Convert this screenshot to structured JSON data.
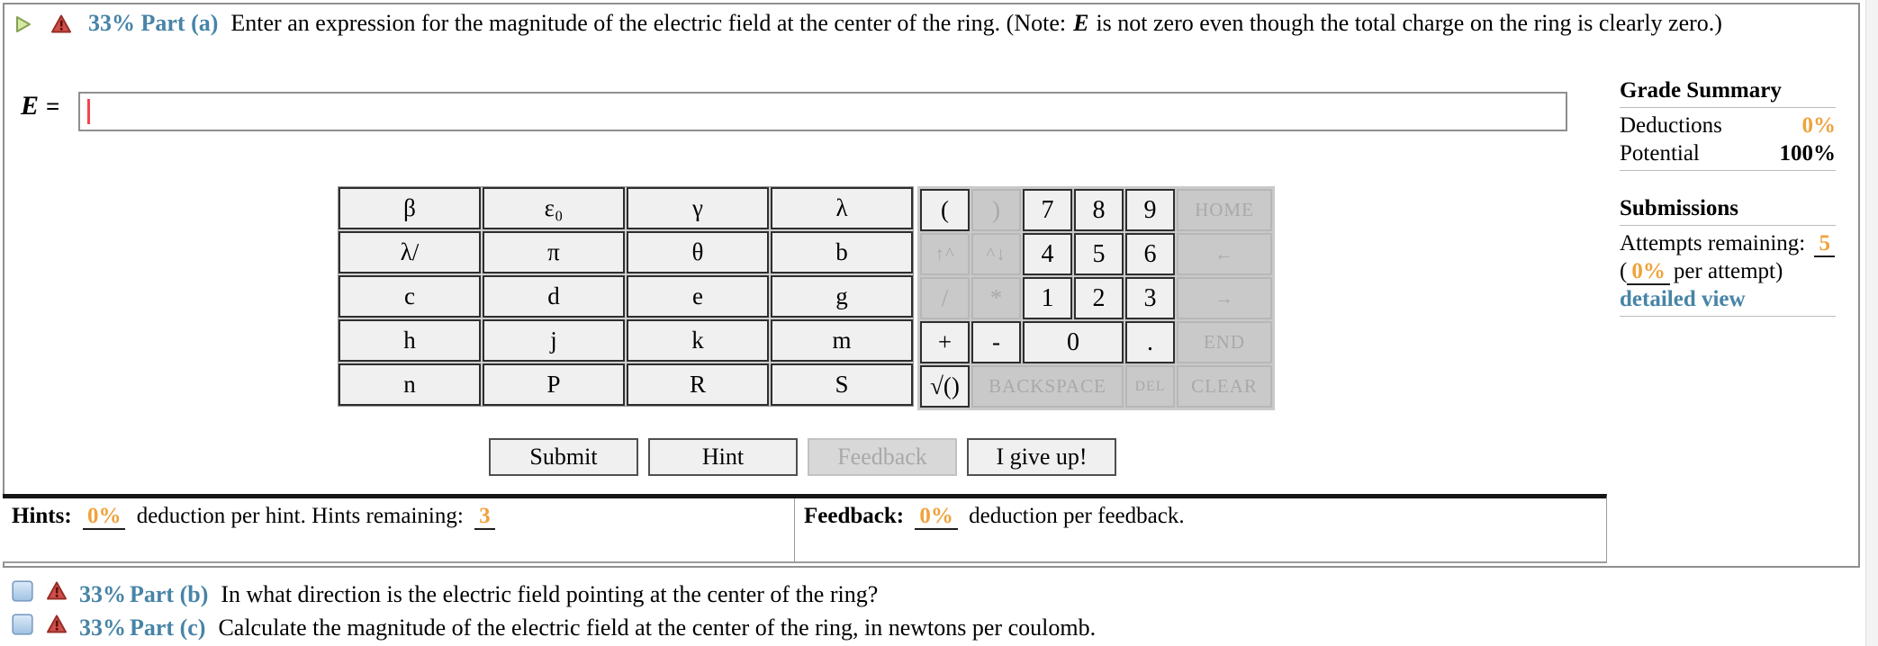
{
  "part_a": {
    "percent": "33%",
    "label": "Part (a)",
    "q_before": "Enter an expression for the magnitude of the electric field at the center of the ring. (Note:",
    "q_var": "E",
    "q_after": "is not zero even though the total charge on the ring is clearly zero.)",
    "answer_var": "E",
    "answer_eq": "=",
    "input_value": ""
  },
  "keypad": {
    "left_rows": [
      [
        "β",
        "ε₀",
        "γ",
        "λ"
      ],
      [
        "λ/",
        "π",
        "θ",
        "b"
      ],
      [
        "c",
        "d",
        "e",
        "g"
      ],
      [
        "h",
        "j",
        "k",
        "m"
      ],
      [
        "n",
        "P",
        "R",
        "S"
      ]
    ],
    "right_rows": [
      [
        "(",
        ")",
        "7",
        "8",
        "9",
        "HOME"
      ],
      [
        "↑^",
        "^↓",
        "4",
        "5",
        "6",
        "←"
      ],
      [
        "/",
        "*",
        "1",
        "2",
        "3",
        "→"
      ],
      [
        "+",
        "-",
        "0",
        ".",
        "END"
      ],
      [
        "√()",
        "BACKSPACE",
        "DEL",
        "CLEAR"
      ]
    ]
  },
  "buttons": {
    "submit": "Submit",
    "hint": "Hint",
    "feedback": "Feedback",
    "give_up": "I give up!"
  },
  "grade_summary": {
    "title": "Grade Summary",
    "deductions_label": "Deductions",
    "deductions_value": "0%",
    "potential_label": "Potential",
    "potential_value": "100%"
  },
  "submissions": {
    "title": "Submissions",
    "attempts_label": "Attempts remaining:",
    "attempts_value": "5",
    "per_attempt_open": "(",
    "per_attempt_pct": "0%",
    "per_attempt_rest": "per attempt)",
    "detailed_view": "detailed view"
  },
  "hints_bar": {
    "label": "Hints:",
    "pct": "0%",
    "text_mid": "deduction per hint. Hints remaining:",
    "remaining": "3"
  },
  "feedback_bar": {
    "label": "Feedback:",
    "pct": "0%",
    "text": "deduction per feedback."
  },
  "part_b": {
    "percent": "33%",
    "label": "Part (b)",
    "text": "In what direction is the electric field pointing at the center of the ring?"
  },
  "part_c": {
    "percent": "33%",
    "label": "Part (c)",
    "text": "Calculate the magnitude of the electric field at the center of the ring, in newtons per coulomb."
  },
  "colors": {
    "accent_blue": "#4784a7",
    "accent_orange": "#f0a23c",
    "cursor_red": "#f2444e"
  }
}
